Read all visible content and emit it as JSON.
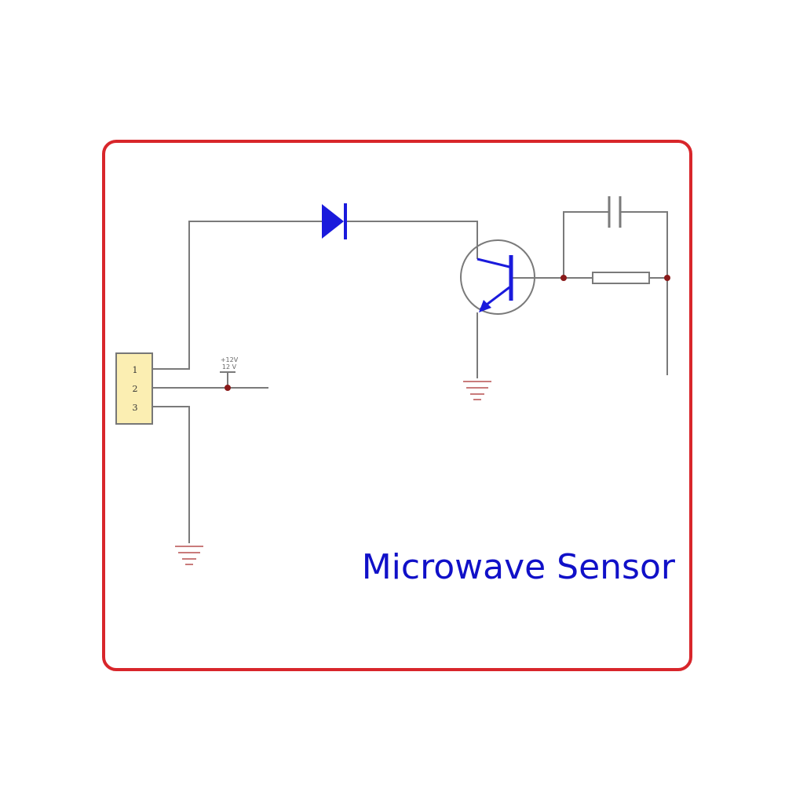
{
  "diagram": {
    "caption": "Microwave Sensor",
    "connector_pins": [
      "1",
      "2",
      "3"
    ],
    "supply_label_top": "+12V",
    "supply_label_bottom": "12 V"
  },
  "colors": {
    "frame": "#d8262b",
    "wire": "#7a7a7a",
    "component_blue": "#1a1adc",
    "ground": "#c97b7b",
    "node": "#8a1a1a",
    "connector_fill": "#fbeeb2",
    "connector_border": "#777777",
    "caption": "#1010c8"
  }
}
